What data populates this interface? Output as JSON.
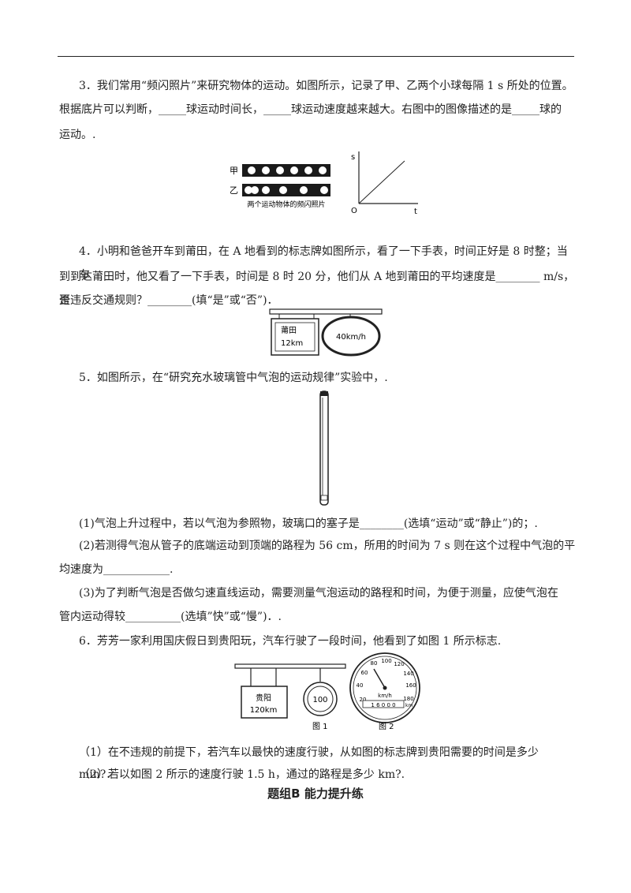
{
  "q3": {
    "line1": "3．我们常用“频闪照片”来研究物体的运动。如图所示，记录了甲、乙两个小球每隔 1 s 所处的位置。",
    "line2": "根据底片可以判断，_____球运动时间长，_____球运动速度越来越大。右图中的图像描述的是_____球的",
    "line3": "运动。.",
    "label_jia": "甲",
    "label_yi": "乙",
    "caption": "两个运动物体的频闪照片",
    "axis_s": "s",
    "axis_t": "t",
    "axis_o": "O"
  },
  "q4": {
    "line1": "4．小明和爸爸开车到莆田，在 A 地看到的标志牌如图所示，看了一下手表，时间正好是 8 时整；当车",
    "line2": "到到达莆田时，他又看了一下手表，时间是 8 时 20 分，他们从 A 地到莆田的平均速度是________ m/s，是",
    "line3": "否违反交通规则？________(填“是”或“否”)．",
    "sign_name": "莆田",
    "sign_dist": "12km",
    "speed_limit": "40km/h"
  },
  "q5": {
    "intro": "5．如图所示，在“研究充水玻璃管中气泡的运动规律”实验中，.",
    "s1": "(1)气泡上升过程中，若以气泡为参照物，玻璃口的塞子是________(选填“运动”或“静止”)的；.",
    "s2a": "(2)若测得气泡从管子的底端运动到顶端的路程为 56 cm，所用的时间为 7 s 则在这个过程中气泡的平",
    "s2b": "均速度为____________.",
    "s3a": "(3)为了判断气泡是否做匀速直线运动，需要测量气泡运动的路程和时间，为便于测量，应使气泡在",
    "s3b": "管内运动得较__________(选填”快”或“慢”)．."
  },
  "q6": {
    "intro": "6．芳芳一家利用国庆假日到贵阳玩，汽车行驶了一段时间，他看到了如图 1 所示标志.",
    "sign_name": "贵阳",
    "sign_dist": "120km",
    "limit": "100",
    "fig1": "图 1",
    "fig2": "图 2",
    "gauge_unit": "km/h",
    "odometer": "1 6 0 0 0",
    "odo_unit": "km",
    "ticks": [
      "20",
      "40",
      "60",
      "80",
      "100",
      "120",
      "140",
      "160",
      "180"
    ],
    "s1": "（1）在不违规的前提下，若汽车以最快的速度行驶，从如图的标志牌到贵阳需要的时间是多少 min?．",
    "s2": "（2）若以如图 2 所示的速度行驶 1.5 h，通过的路程是多少 km?."
  },
  "section_title": "题组B   能力提升练"
}
